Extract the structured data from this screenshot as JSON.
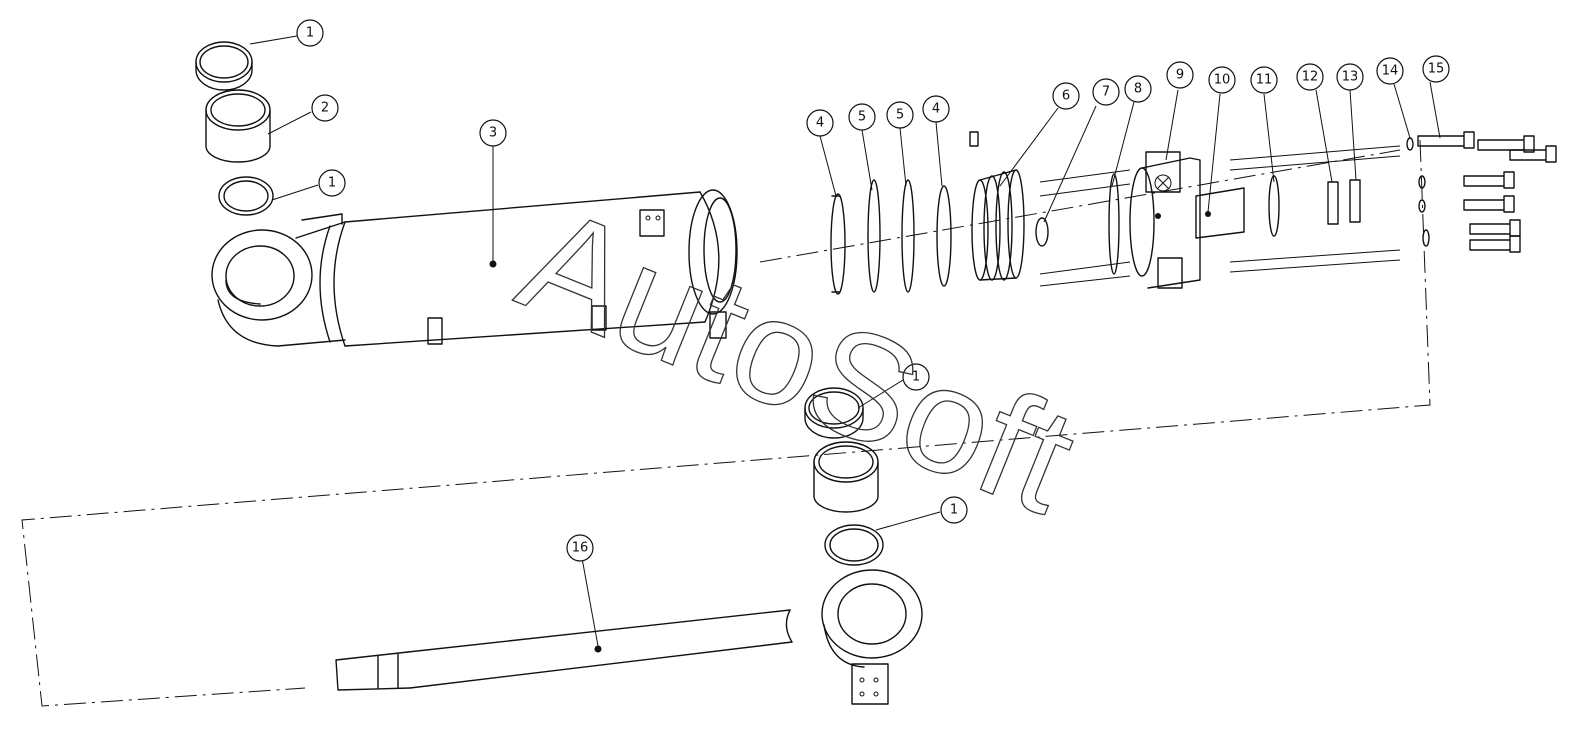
{
  "watermark": "AutoSoft",
  "callouts": [
    {
      "id": "c1a",
      "label": "1"
    },
    {
      "id": "c2",
      "label": "2"
    },
    {
      "id": "c1b",
      "label": "1"
    },
    {
      "id": "c3",
      "label": "3"
    },
    {
      "id": "c4a",
      "label": "4"
    },
    {
      "id": "c5a",
      "label": "5"
    },
    {
      "id": "c5b",
      "label": "5"
    },
    {
      "id": "c4b",
      "label": "4"
    },
    {
      "id": "c6",
      "label": "6"
    },
    {
      "id": "c7",
      "label": "7"
    },
    {
      "id": "c8",
      "label": "8"
    },
    {
      "id": "c9",
      "label": "9"
    },
    {
      "id": "c10",
      "label": "10"
    },
    {
      "id": "c11",
      "label": "11"
    },
    {
      "id": "c12",
      "label": "12"
    },
    {
      "id": "c13",
      "label": "13"
    },
    {
      "id": "c14",
      "label": "14"
    },
    {
      "id": "c15",
      "label": "15"
    },
    {
      "id": "c1c",
      "label": "1"
    },
    {
      "id": "c1d",
      "label": "1"
    },
    {
      "id": "c16",
      "label": "16"
    }
  ]
}
